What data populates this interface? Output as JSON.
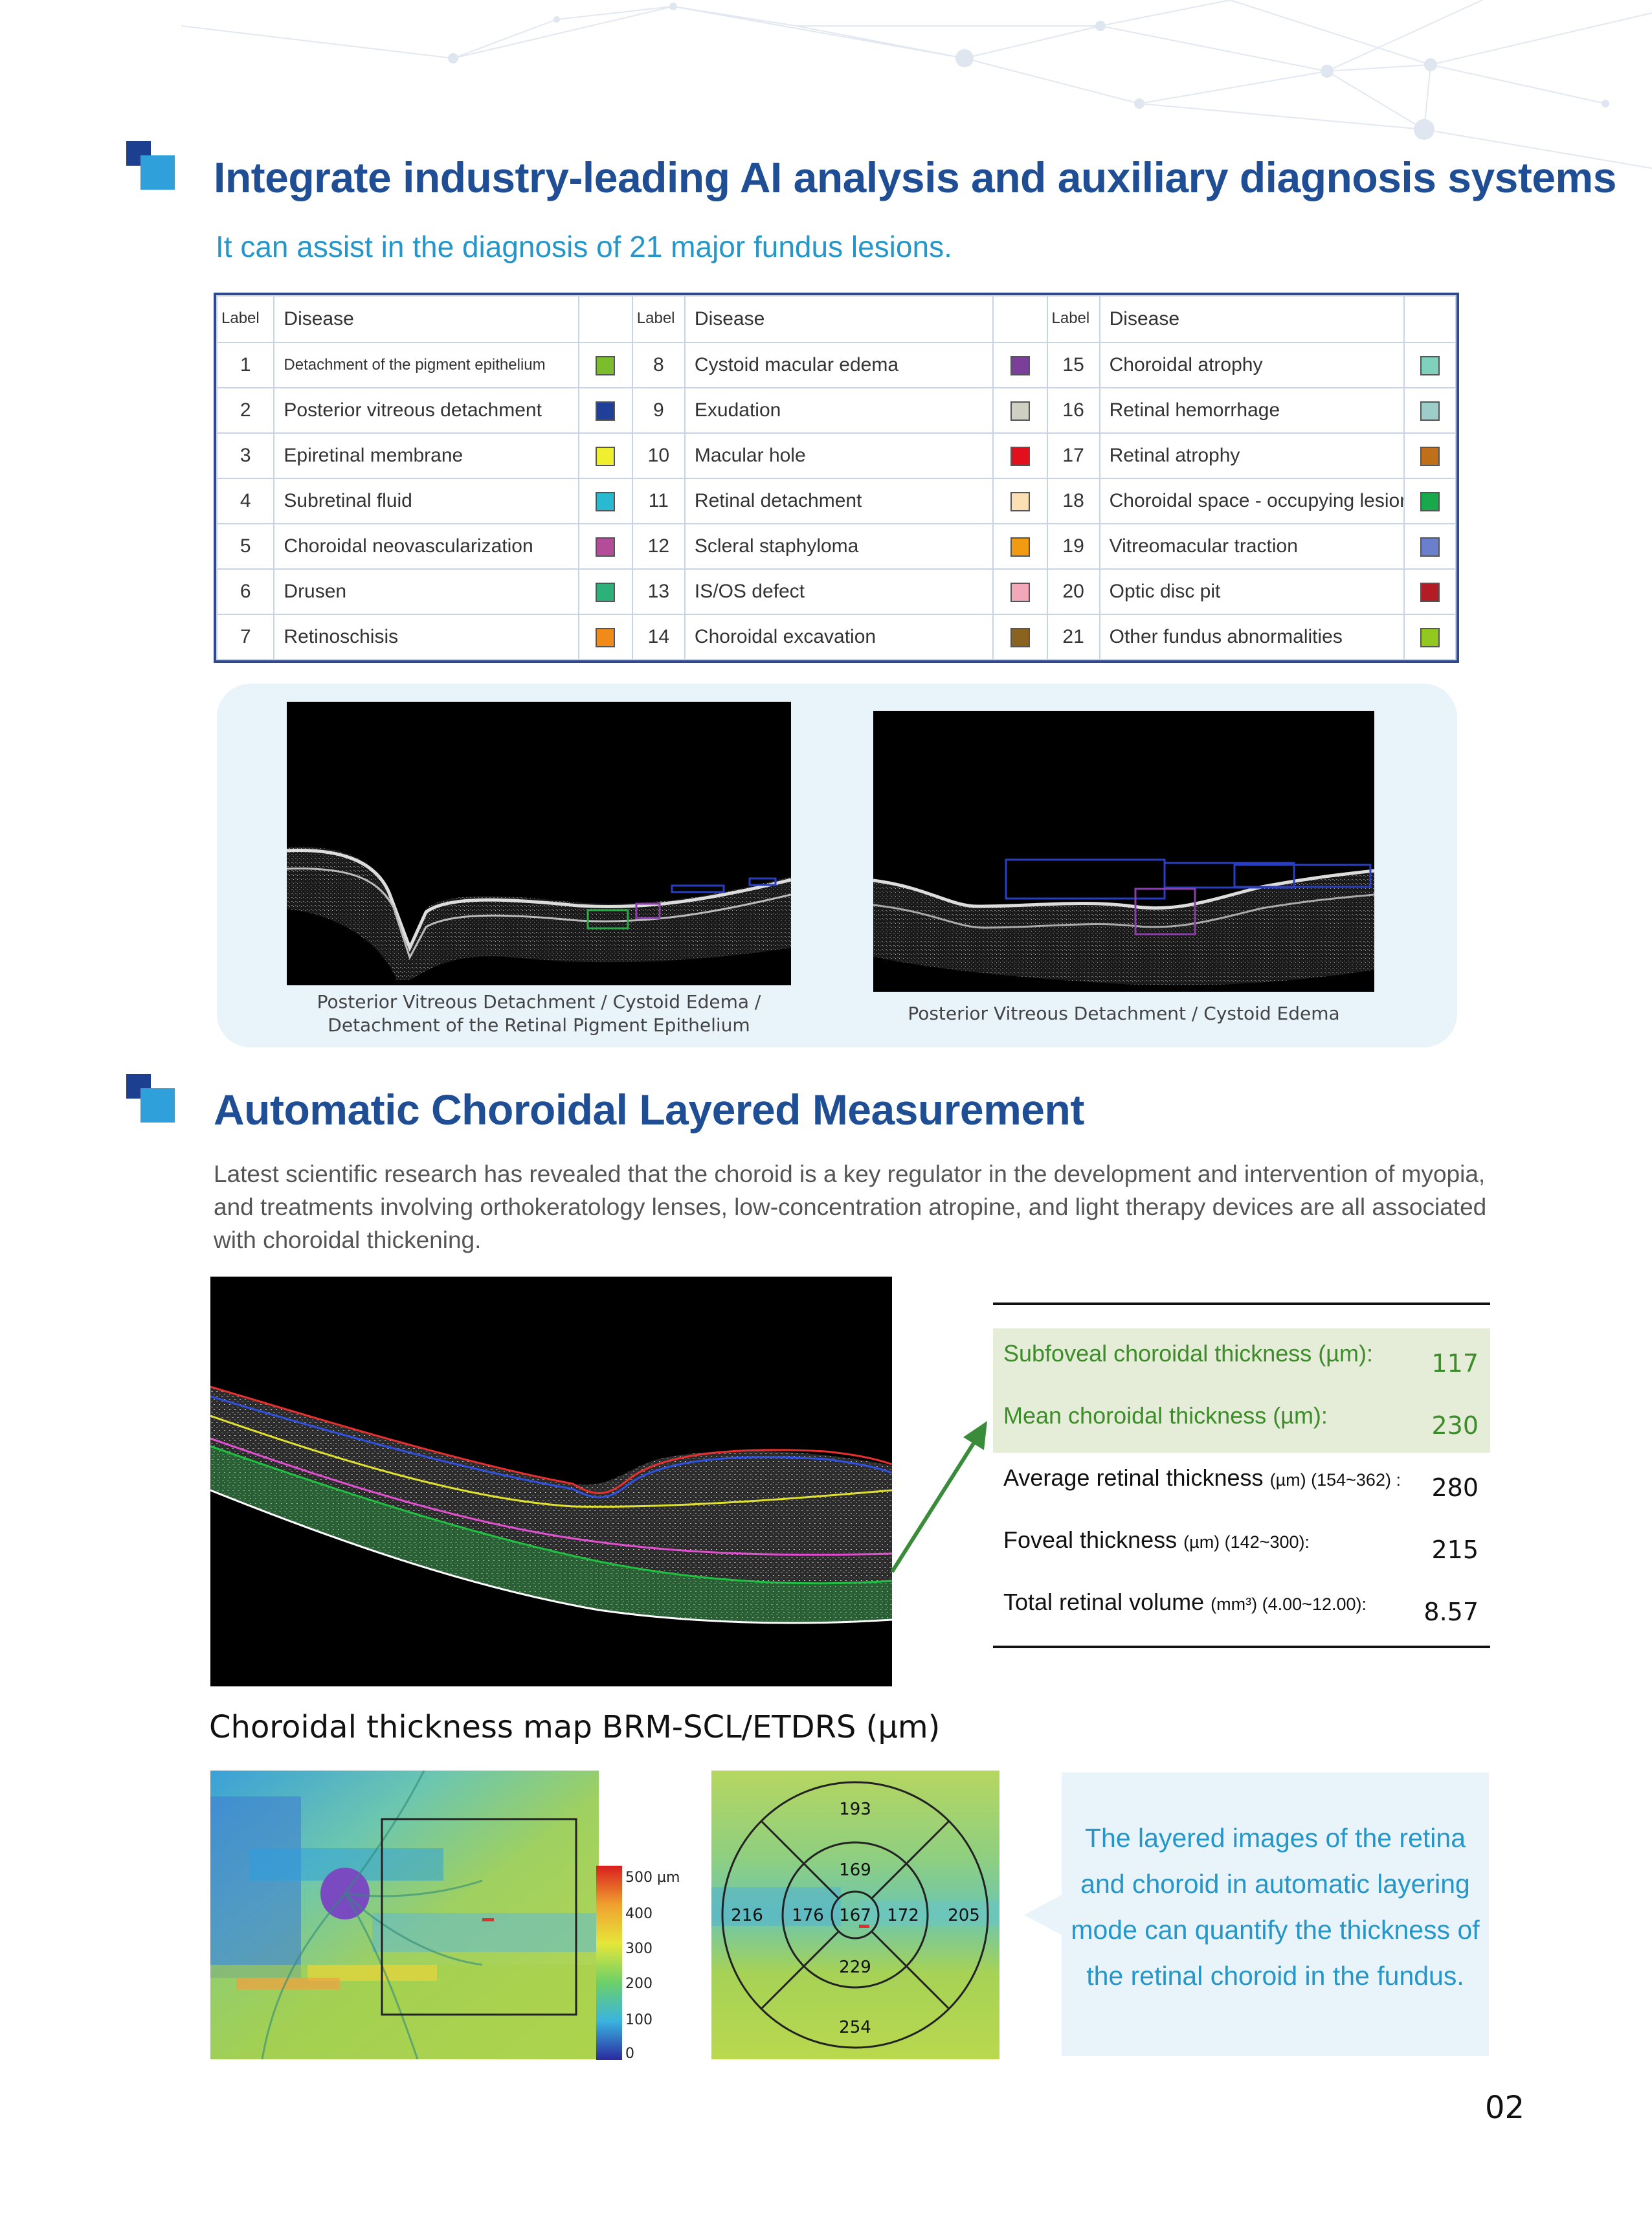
{
  "section1": {
    "title": "Integrate industry-leading AI analysis and auxiliary diagnosis systems",
    "subtitle": "It can assist in the diagnosis of 21 major fundus lesions."
  },
  "disease_table": {
    "label_header": "Label",
    "disease_header": "Disease",
    "rows": [
      [
        {
          "num": "1",
          "name": "Detachment of the pigment epithelium",
          "color": "#7cbd2e"
        },
        {
          "num": "8",
          "name": "Cystoid macular edema",
          "color": "#7b3f9a"
        },
        {
          "num": "15",
          "name": "Choroidal atrophy",
          "color": "#7fd0bc"
        }
      ],
      [
        {
          "num": "2",
          "name": "Posterior vitreous detachment",
          "color": "#1f3f99"
        },
        {
          "num": "9",
          "name": "Exudation",
          "color": "#cfcfc4"
        },
        {
          "num": "16",
          "name": "Retinal hemorrhage",
          "color": "#9ccdc9"
        }
      ],
      [
        {
          "num": "3",
          "name": "Epiretinal membrane",
          "color": "#f0ef2f"
        },
        {
          "num": "10",
          "name": "Macular hole",
          "color": "#e2101c"
        },
        {
          "num": "17",
          "name": "Retinal atrophy",
          "color": "#c0701b"
        }
      ],
      [
        {
          "num": "4",
          "name": "Subretinal fluid",
          "color": "#29b9d1"
        },
        {
          "num": "11",
          "name": "Retinal detachment",
          "color": "#fbe0b4"
        },
        {
          "num": "18",
          "name": "Choroidal space - occupying lesion",
          "color": "#17a94a"
        }
      ],
      [
        {
          "num": "5",
          "name": "Choroidal neovascularization",
          "color": "#b34d9a"
        },
        {
          "num": "12",
          "name": "Scleral staphyloma",
          "color": "#f29a12"
        },
        {
          "num": "19",
          "name": "Vitreomacular traction",
          "color": "#6c7fcd"
        }
      ],
      [
        {
          "num": "6",
          "name": "Drusen",
          "color": "#2eb07a"
        },
        {
          "num": "13",
          "name": "IS/OS defect",
          "color": "#f2a8b8"
        },
        {
          "num": "20",
          "name": "Optic disc pit",
          "color": "#b31b25"
        }
      ],
      [
        {
          "num": "7",
          "name": "Retinoschisis",
          "color": "#f08a18"
        },
        {
          "num": "14",
          "name": "Choroidal excavation",
          "color": "#8a6320"
        },
        {
          "num": "21",
          "name": "Other fundus abnormalities",
          "color": "#93c91e"
        }
      ]
    ]
  },
  "oct_examples": {
    "left_caption_line1": "Posterior Vitreous Detachment / Cystoid Edema /",
    "left_caption_line2": "Detachment of the Retinal Pigment Epithelium",
    "right_caption": "Posterior Vitreous Detachment / Cystoid Edema"
  },
  "section2": {
    "title": "Automatic Choroidal Layered Measurement",
    "paragraph": "Latest scientific research has revealed that the choroid is a key regulator in the development and intervention of myopia, and treatments involving orthokeratology lenses, low-concentration atropine, and light therapy devices are all associated with choroidal thickening."
  },
  "measurements": [
    {
      "label": "Subfoveal choroidal thickness (µm):",
      "range": "",
      "value": "117",
      "highlight": true
    },
    {
      "label": "Mean choroidal thickness (µm):",
      "range": "",
      "value": "230",
      "highlight": true
    },
    {
      "label": "Average retinal thickness",
      "range": "(µm) (154~362) :",
      "value": "280",
      "highlight": false
    },
    {
      "label": "Foveal thickness",
      "range": "(µm) (142~300):",
      "value": "215",
      "highlight": false
    },
    {
      "label": "Total retinal volume",
      "range": "(mm³) (4.00~12.00):",
      "value": "8.57",
      "highlight": false
    }
  ],
  "thickness_map": {
    "title": "Choroidal thickness map BRM-SCL/ETDRS (µm)",
    "scale_labels": [
      "500 µm",
      "400",
      "300",
      "200",
      "100",
      "0"
    ],
    "etdrs": {
      "superior_outer": "193",
      "superior_inner": "169",
      "temporal_outer": "216",
      "temporal_inner": "176",
      "center": "167",
      "nasal_inner": "172",
      "nasal_outer": "205",
      "inferior_inner": "229",
      "inferior_outer": "254"
    }
  },
  "note": {
    "line1": "The layered images of the retina",
    "line2": "and choroid in automatic layering",
    "line3": "mode can quantify the thickness of",
    "line4": "the retinal choroid in the fundus."
  },
  "page_number": "02"
}
